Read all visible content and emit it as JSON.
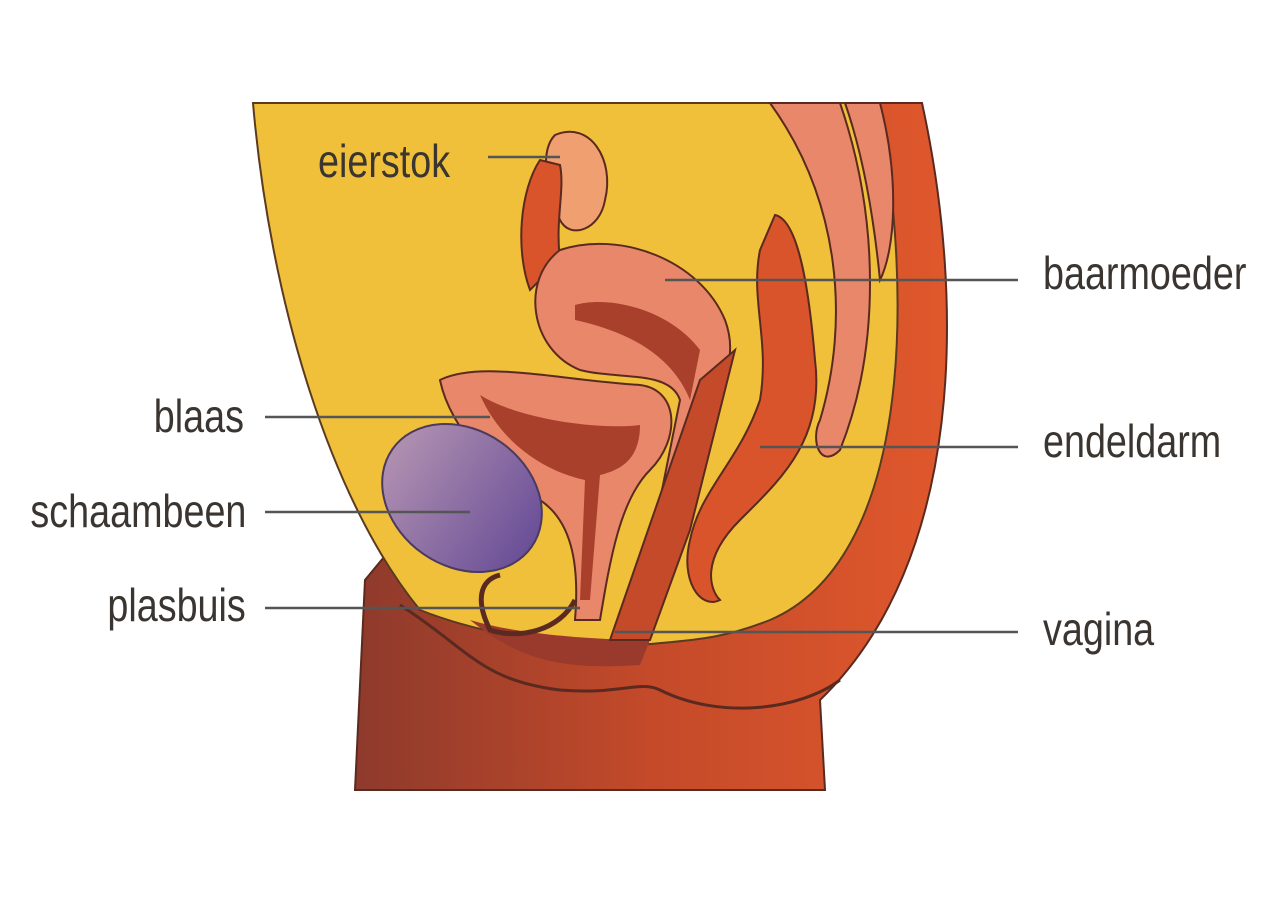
{
  "labels": {
    "eierstok": "eierstok",
    "baarmoeder": "baarmoeder",
    "blaas": "blaas",
    "endeldarm": "endeldarm",
    "schaambeen": "schaambeen",
    "plasbuis": "plasbuis",
    "vagina": "vagina"
  },
  "colors": {
    "abdomen": "#f0c03a",
    "body_wall": "#d9532b",
    "organ_pink": "#e8876a",
    "organ_dark": "#a9402c",
    "bone": "#7a5fa0",
    "label_line": "#555555"
  }
}
